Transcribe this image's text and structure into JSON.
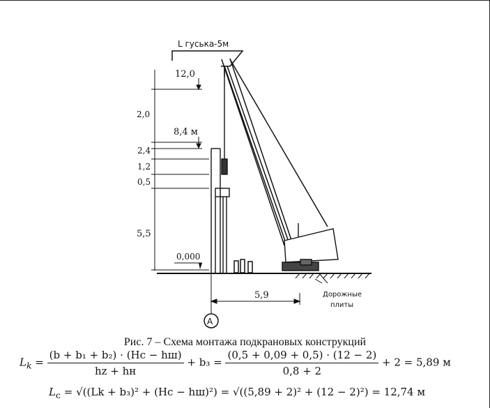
{
  "diagram": {
    "boom_label": "L гуська-5м",
    "dim_12": "12,0",
    "dim_8_4": "8,4 м",
    "levels": [
      "2,0",
      "2,4",
      "1,2",
      "0,5",
      "5,5"
    ],
    "zero": "0,000",
    "reach": "5,9",
    "road_plates_1": "Дорожные",
    "road_plates_2": "плиты",
    "axis_marker": "А"
  },
  "caption": "Рис. 7 – Схема монтажа подкрановых конструкций",
  "formula1": {
    "lhs": "L",
    "lhs_sub": "k",
    "num": "(b + b₁ + b₂) · (Hс − hш)",
    "den": "hz + hн",
    "plus": "+ b₃ =",
    "num2": "(0,5 + 0,09 + 0,5) · (12 − 2)",
    "den2": "0,8 + 2",
    "result": "+ 2 = 5,89 м"
  },
  "formula2": {
    "lhs": "L",
    "lhs_sub": "c",
    "expr": "= √((Lk + b₃)² + (Hс − hш)²) = √((5,89 + 2)² + (12 − 2)²) = 12,74 м"
  }
}
